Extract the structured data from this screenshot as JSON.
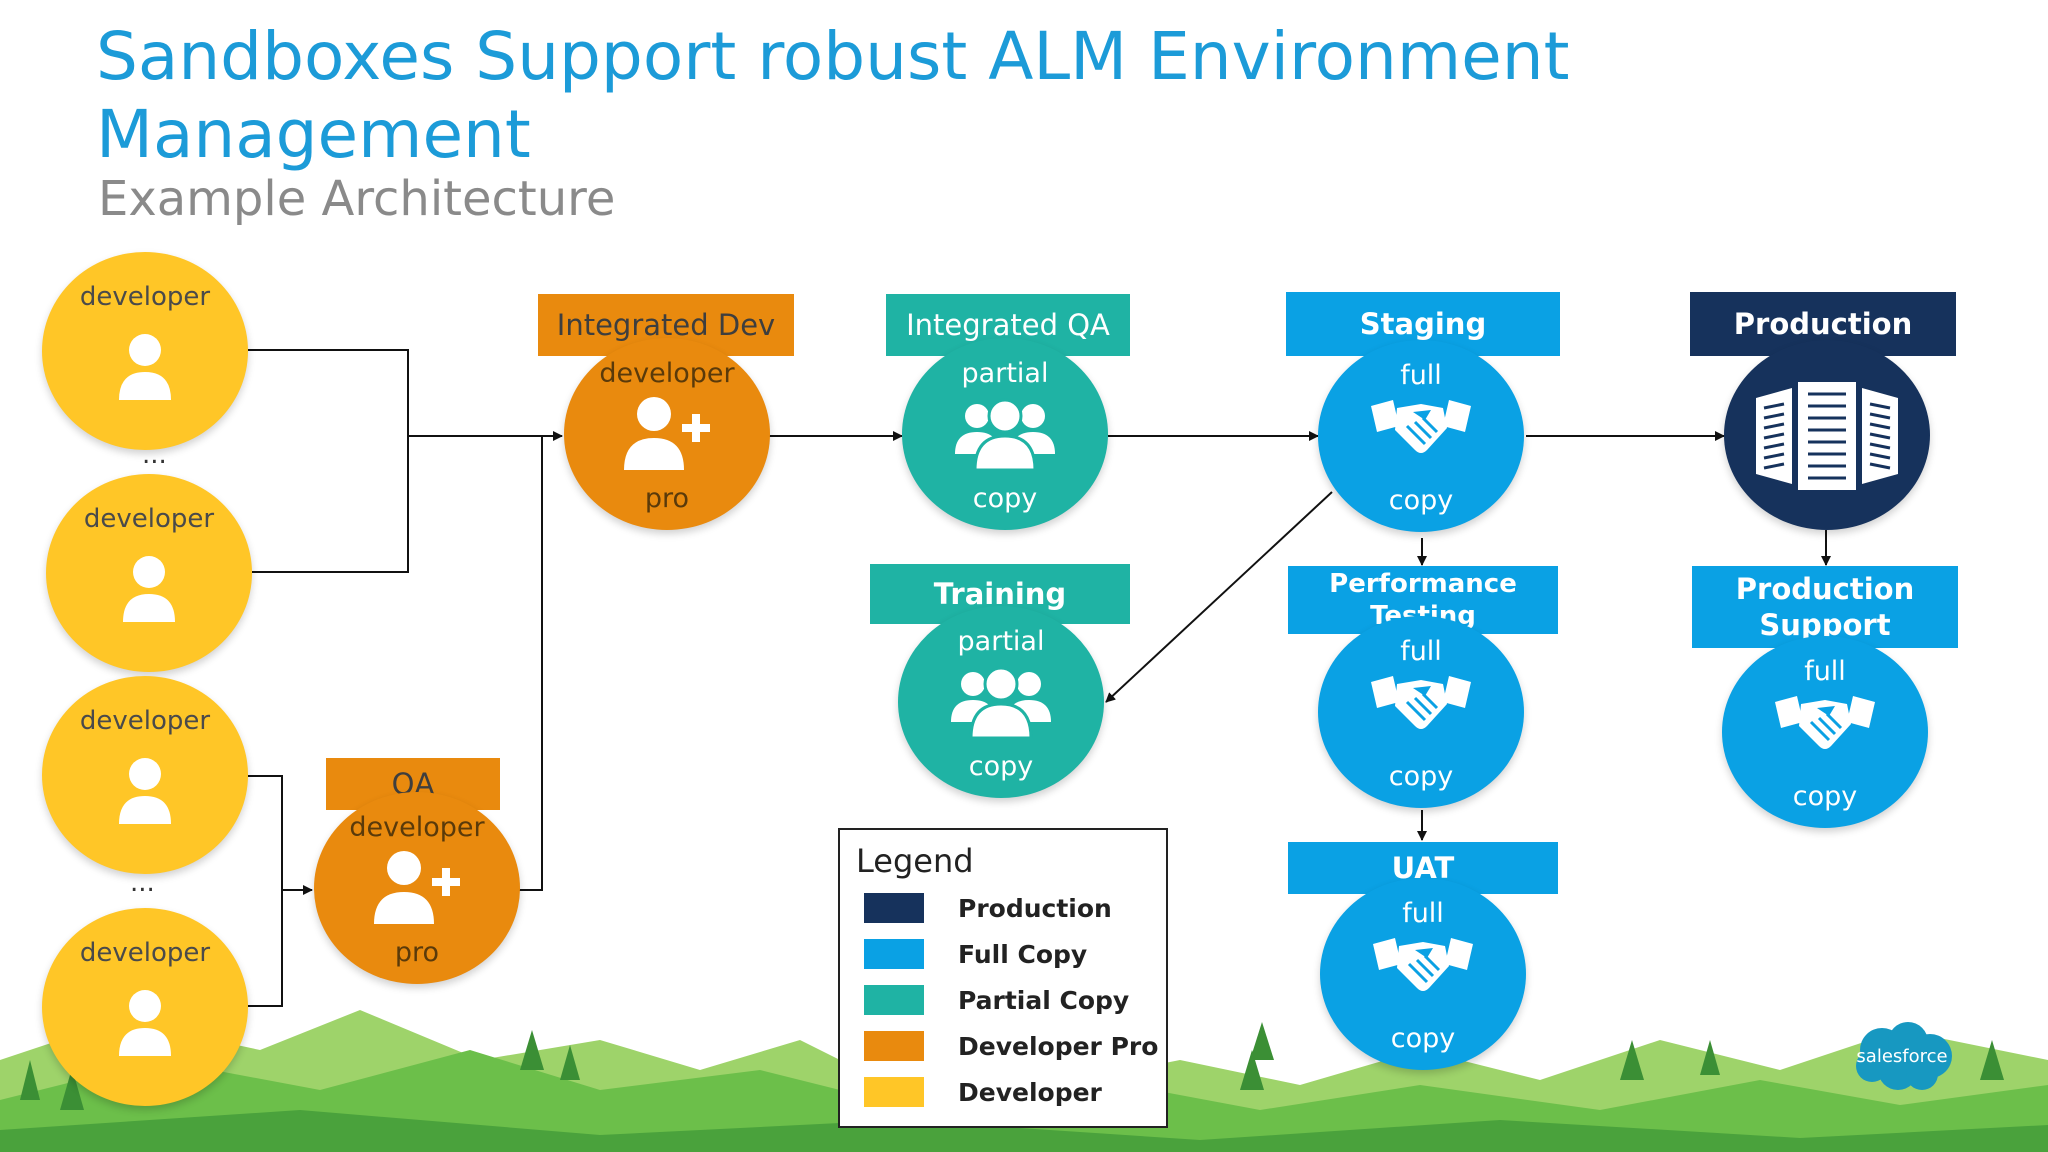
{
  "slide": {
    "title": "Sandboxes Support robust ALM Environment Management",
    "subtitle": "Example Architecture",
    "brand": "salesforce"
  },
  "colors": {
    "title": "#1c9bd8",
    "developer": "#ffc627",
    "developer_pro": "#e98a0e",
    "partial_copy": "#1fb3a4",
    "full_copy": "#0aa1e4",
    "production": "#16325c"
  },
  "developers": [
    {
      "label": "developer",
      "icon": "person-icon"
    },
    {
      "label": "developer",
      "icon": "person-icon"
    },
    {
      "label": "developer",
      "icon": "person-icon"
    },
    {
      "label": "developer",
      "icon": "person-icon"
    }
  ],
  "ellipsis": "...",
  "environments": {
    "integrated_dev": {
      "header": "Integrated Dev",
      "top": "developer",
      "bottom": "pro",
      "icon": "add-user-icon"
    },
    "qa": {
      "header": "QA",
      "top": "developer",
      "bottom": "pro",
      "icon": "add-user-icon"
    },
    "integrated_qa": {
      "header": "Integrated QA",
      "top": "partial",
      "bottom": "copy",
      "icon": "group-icon"
    },
    "training": {
      "header": "Training",
      "top": "partial",
      "bottom": "copy",
      "icon": "group-icon"
    },
    "staging": {
      "header": "Staging",
      "top": "full",
      "bottom": "copy",
      "icon": "handshake-icon"
    },
    "performance_testing": {
      "header": "Performance Testing",
      "top": "full",
      "bottom": "copy",
      "icon": "handshake-icon"
    },
    "uat": {
      "header": "UAT",
      "top": "full",
      "bottom": "copy",
      "icon": "handshake-icon"
    },
    "production": {
      "header": "Production",
      "icon": "building-icon"
    },
    "production_support": {
      "header": "Production Support",
      "top": "full",
      "bottom": "copy",
      "icon": "handshake-icon"
    }
  },
  "legend": {
    "title": "Legend",
    "items": [
      {
        "label": "Production",
        "color": "#16325c"
      },
      {
        "label": "Full Copy",
        "color": "#0aa1e4"
      },
      {
        "label": "Partial Copy",
        "color": "#1fb3a4"
      },
      {
        "label": "Developer Pro",
        "color": "#e98a0e"
      },
      {
        "label": "Developer",
        "color": "#ffc627"
      }
    ]
  }
}
